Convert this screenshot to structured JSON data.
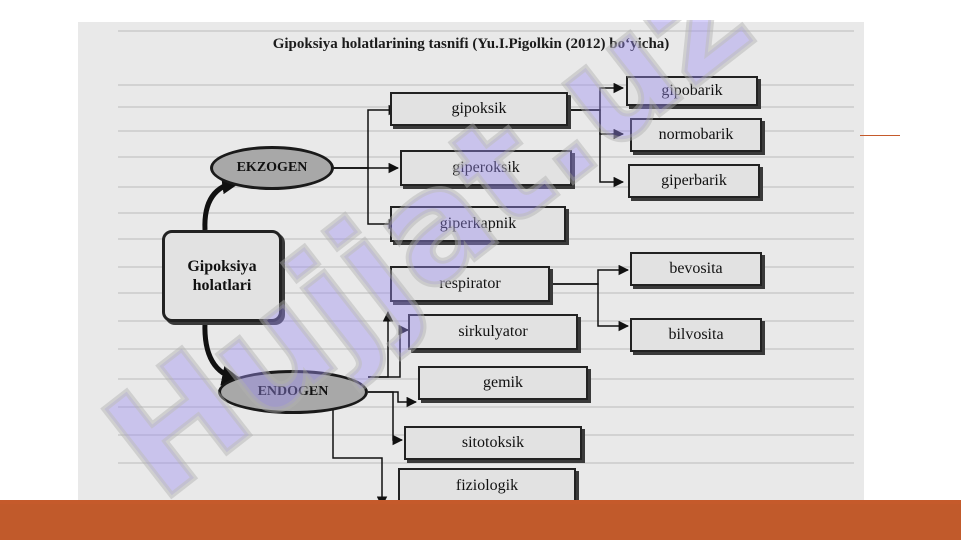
{
  "title": "Gipoksiya holatlarining tasnifi (Yu.I.Pigolkin (2012) bo‘yicha)",
  "root": "Gipoksiya holatlari",
  "groups": {
    "exo": "EKZOGEN",
    "endo": "ENDOGEN"
  },
  "exo_items": [
    "gipoksik",
    "giperoksik",
    "giperkapnik"
  ],
  "gipoksik_items": [
    "gipobarik",
    "normobarik",
    "giperbarik"
  ],
  "endo_items": [
    "respirator",
    "sirkulyator",
    "gemik",
    "sitotoksik",
    "fiziologik"
  ],
  "respirator_items": [
    "bevosita",
    "bilvosita"
  ],
  "watermark": "Hujjat.uz",
  "colors": {
    "accent": "#c15a2b",
    "watermark": "#9b8cf0"
  }
}
